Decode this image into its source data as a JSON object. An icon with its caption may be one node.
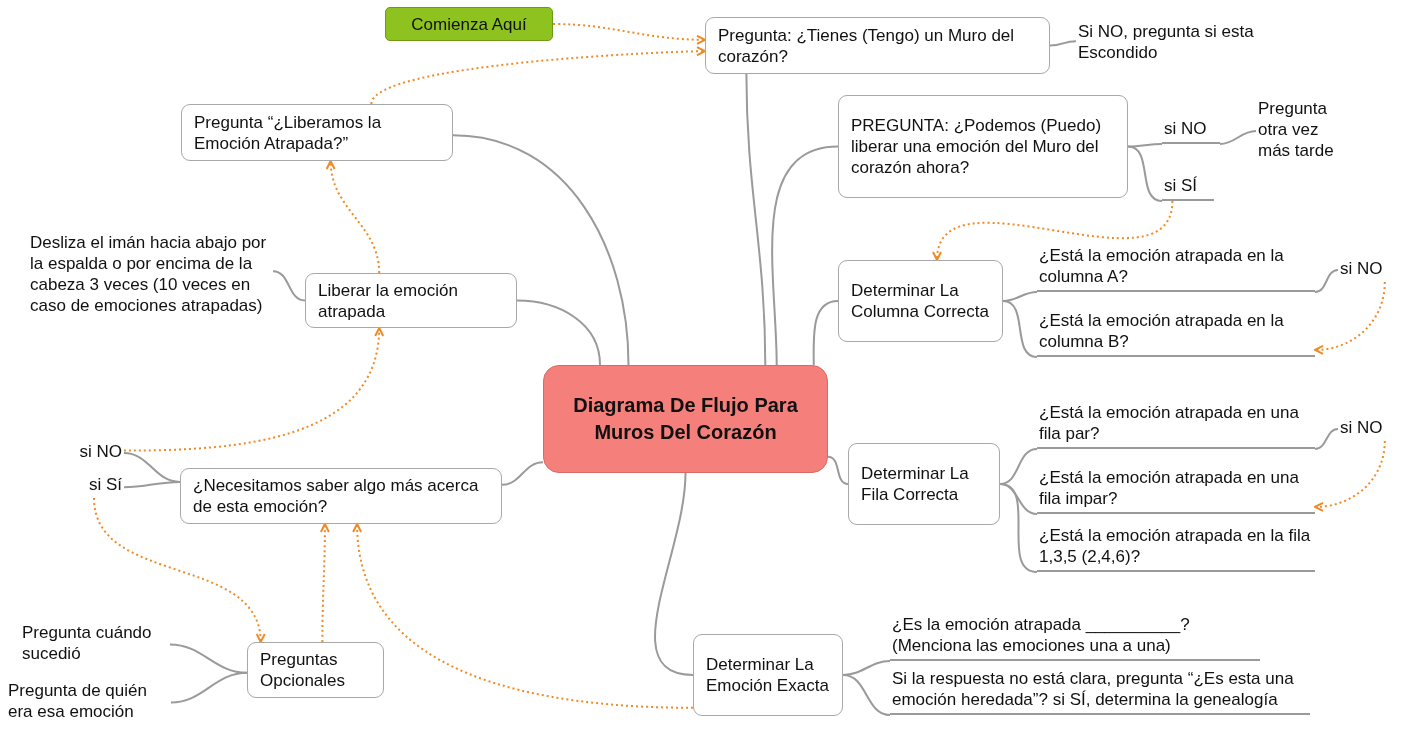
{
  "diagram": {
    "nodes": [
      {
        "text": [
          "Diagrama De Flujo Para Muros Del Corazón"
        ]
      },
      {
        "text": [
          "Comienza Aquí"
        ]
      },
      {
        "text": [
          "Pregunta: ¿Tienes (Tengo) un Muro del corazón?"
        ]
      },
      {
        "text": [
          "Si NO, pregunta si esta Escondido"
        ]
      },
      {
        "text": [
          "Pregunta “¿Liberamos la Emoción Atrapada?”"
        ]
      },
      {
        "text": [
          "PREGUNTA: ¿Podemos (Puedo) liberar una emoción del Muro del corazón ahora?"
        ]
      },
      {
        "text": [
          "si NO"
        ]
      },
      {
        "text": [
          "Pregunta otra vez más tarde"
        ]
      },
      {
        "text": [
          "si SÍ"
        ]
      },
      {
        "text": [
          "Desliza el imán hacia abajo por la espalda o por encima de la cabeza 3 veces (10 veces en caso de emociones atrapadas)"
        ]
      },
      {
        "text": [
          "Liberar la emoción atrapada"
        ]
      },
      {
        "text": [
          "Determinar La Columna Correcta"
        ]
      },
      {
        "text": [
          "¿Está la emoción atrapada en la columna A?"
        ]
      },
      {
        "text": [
          "si NO"
        ]
      },
      {
        "text": [
          "¿Está la emoción atrapada en la columna B?"
        ]
      },
      {
        "text": [
          "si NO"
        ]
      },
      {
        "text": [
          "si Sí"
        ]
      },
      {
        "text": [
          "¿Necesitamos saber algo más acerca de esta emoción?"
        ]
      },
      {
        "text": [
          "Determinar La Fila Correcta"
        ]
      },
      {
        "text": [
          "¿Está la emoción atrapada en una fila par?"
        ]
      },
      {
        "text": [
          "si NO"
        ]
      },
      {
        "text": [
          "¿Está la emoción atrapada en una fila impar?"
        ]
      },
      {
        "text": [
          "¿Está la emoción atrapada en la fila 1,3,5 (2,4,6)?"
        ]
      },
      {
        "text": [
          "Pregunta cuándo sucedió"
        ]
      },
      {
        "text": [
          "Pregunta de quién era esa emoción"
        ]
      },
      {
        "text": [
          "Preguntas Opcionales"
        ]
      },
      {
        "text": [
          "Determinar La Emoción Exacta"
        ]
      },
      {
        "text": [
          "¿Es la emoción atrapada __________? (Menciona las emociones una a una)"
        ]
      },
      {
        "text": [
          "Si la respuesta no está clara, pregunta “¿Es esta una emoción heredada”? si SÍ, determina la genealogía"
        ]
      }
    ],
    "edges": [
      {
        "from": 0,
        "to": 2,
        "arrow": "none"
      },
      {
        "from": 0,
        "to": 4,
        "arrow": "none"
      },
      {
        "from": 0,
        "to": 5,
        "arrow": "none"
      },
      {
        "from": 0,
        "to": 10,
        "arrow": "none"
      },
      {
        "from": 0,
        "to": 11,
        "arrow": "none"
      },
      {
        "from": 0,
        "to": 17,
        "arrow": "none"
      },
      {
        "from": 0,
        "to": 18,
        "arrow": "none"
      },
      {
        "from": 0,
        "to": 26,
        "arrow": "none"
      },
      {
        "from": 2,
        "to": 3,
        "arrow": "none"
      },
      {
        "from": 5,
        "to": 6,
        "arrow": "none"
      },
      {
        "from": 5,
        "to": 8,
        "arrow": "none"
      },
      {
        "from": 6,
        "to": 7,
        "arrow": "none"
      },
      {
        "from": 10,
        "to": 9,
        "arrow": "none"
      },
      {
        "from": 11,
        "to": 12,
        "arrow": "none"
      },
      {
        "from": 11,
        "to": 14,
        "arrow": "none"
      },
      {
        "from": 12,
        "to": 13,
        "arrow": "none"
      },
      {
        "from": 17,
        "to": 15,
        "arrow": "none"
      },
      {
        "from": 17,
        "to": 16,
        "arrow": "none"
      },
      {
        "from": 18,
        "to": 19,
        "arrow": "none"
      },
      {
        "from": 18,
        "to": 21,
        "arrow": "none"
      },
      {
        "from": 18,
        "to": 22,
        "arrow": "none"
      },
      {
        "from": 19,
        "to": 20,
        "arrow": "none"
      },
      {
        "from": 25,
        "to": 23,
        "arrow": "none"
      },
      {
        "from": 25,
        "to": 24,
        "arrow": "none"
      },
      {
        "from": 26,
        "to": 27,
        "arrow": "none"
      },
      {
        "from": 26,
        "to": 28,
        "arrow": "none"
      },
      {
        "from": 1,
        "to": 2,
        "arrow": "to",
        "style": "dashed",
        "color": "#f08a24"
      },
      {
        "from": 4,
        "to": 2,
        "arrow": "to",
        "style": "dashed",
        "color": "#f08a24"
      },
      {
        "from": 10,
        "to": 4,
        "arrow": "to",
        "style": "dashed",
        "color": "#f08a24"
      },
      {
        "from": 15,
        "to": 10,
        "arrow": "to",
        "style": "dashed",
        "color": "#f08a24"
      },
      {
        "from": 16,
        "to": 25,
        "arrow": "to",
        "style": "dashed",
        "color": "#f08a24"
      },
      {
        "from": 25,
        "to": 17,
        "arrow": "to",
        "style": "dashed",
        "color": "#f08a24"
      },
      {
        "from": 26,
        "to": 17,
        "arrow": "to",
        "style": "dashed",
        "color": "#f08a24"
      },
      {
        "from": 8,
        "to": 11,
        "arrow": "to",
        "style": "dashed",
        "color": "#f08a24"
      },
      {
        "from": 13,
        "to": 14,
        "arrow": "to",
        "style": "dashed",
        "color": "#f08a24"
      },
      {
        "from": 20,
        "to": 21,
        "arrow": "to",
        "style": "dashed",
        "color": "#f08a24"
      }
    ]
  }
}
